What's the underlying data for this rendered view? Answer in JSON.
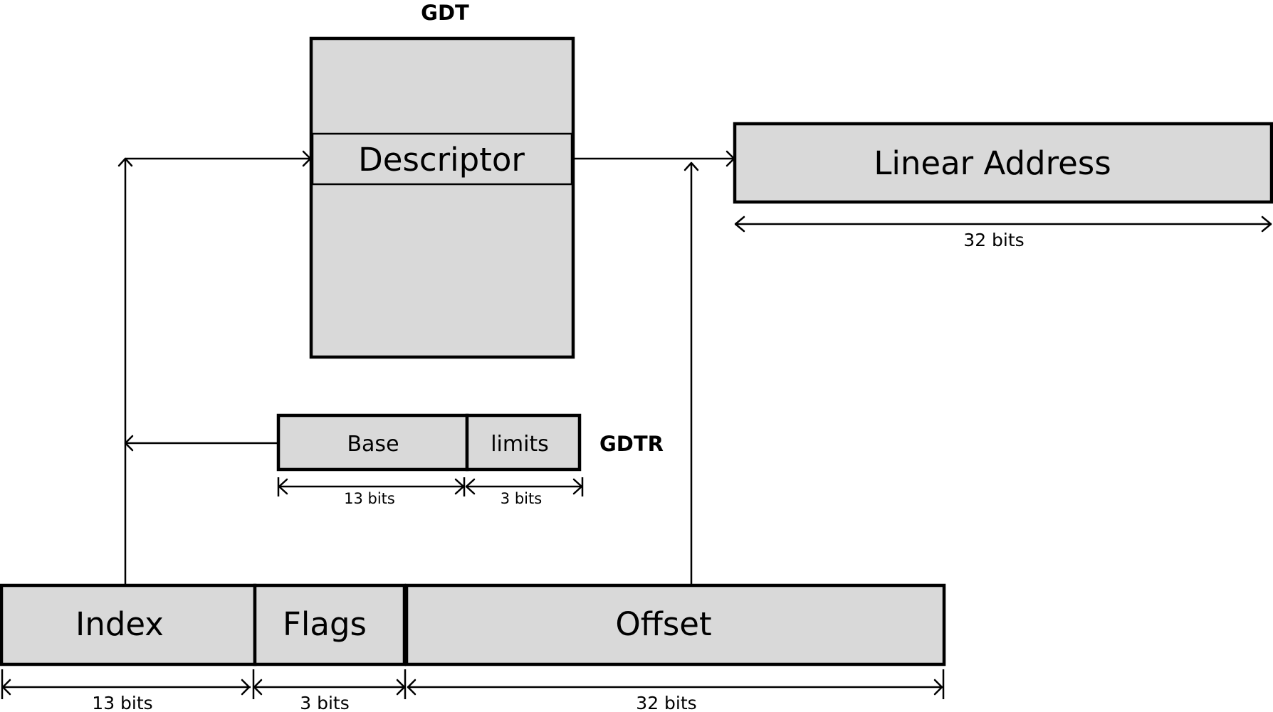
{
  "gdt": {
    "title": "GDT",
    "descriptor_label": "Descriptor"
  },
  "linear_address": {
    "label": "Linear Address",
    "width_label": "32 bits"
  },
  "gdtr": {
    "title": "GDTR",
    "base_label": "Base",
    "limits_label": "limits",
    "base_width_label": "13 bits",
    "limits_width_label": "3 bits"
  },
  "logical_address": {
    "index_label": "Index",
    "flags_label": "Flags",
    "offset_label": "Offset",
    "index_width_label": "13 bits",
    "flags_width_label": "3 bits",
    "offset_width_label": "32 bits"
  },
  "colors": {
    "box_fill": "#d9d9d9",
    "stroke": "#000000",
    "background": "#ffffff"
  }
}
